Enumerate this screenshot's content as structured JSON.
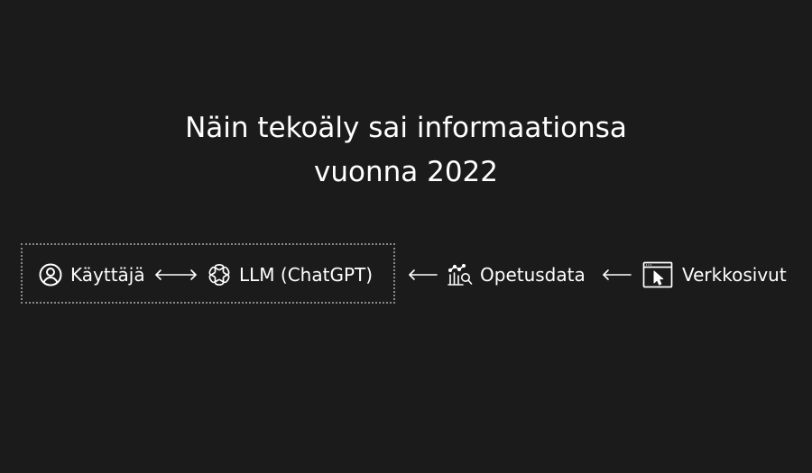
{
  "title": {
    "line1": "Näin tekoäly sai informaationsa",
    "line2": "vuonna 2022"
  },
  "nodes": {
    "user": {
      "label": "Käyttäjä",
      "icon": "user-circle-icon"
    },
    "llm": {
      "label": "LLM (ChatGPT)",
      "icon": "openai-logo-icon"
    },
    "training_data": {
      "label": "Opetusdata",
      "icon": "data-analysis-icon"
    },
    "websites": {
      "label": "Verkkosivut",
      "icon": "browser-cursor-icon"
    }
  },
  "connections": [
    {
      "from": "user",
      "to": "llm",
      "direction": "bidirectional"
    },
    {
      "from": "training_data",
      "to": "llm",
      "direction": "left"
    },
    {
      "from": "websites",
      "to": "training_data",
      "direction": "left"
    }
  ],
  "colors": {
    "background": "#1c1b1b",
    "foreground": "#ffffff",
    "group_border": "#8a8a8a"
  }
}
